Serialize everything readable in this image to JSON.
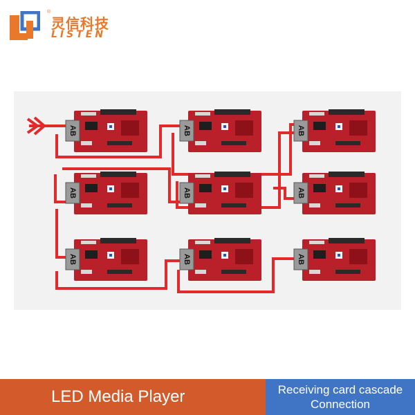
{
  "logo": {
    "chinese": "灵信科技",
    "english": "LISTEN",
    "registered_mark": "®"
  },
  "diagram": {
    "port_label": "AB",
    "card_color": "#b9202a",
    "cable_color": "#e32a2a",
    "rows": [
      [
        "card",
        "card",
        "card"
      ],
      [
        "card",
        "card",
        "card"
      ],
      [
        "card",
        "card",
        "card"
      ]
    ]
  },
  "footer": {
    "left_title": "LED Media Player",
    "right_line1": "Receiving card cascade",
    "right_line2": "Connection",
    "left_color": "#d25a2b",
    "right_color": "#3f75c4"
  }
}
